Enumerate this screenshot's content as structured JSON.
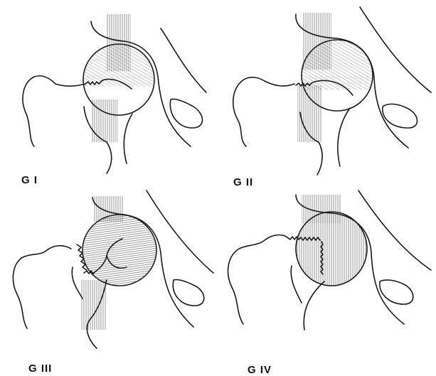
{
  "figure": {
    "panels": [
      {
        "id": "g1",
        "label": "G I"
      },
      {
        "id": "g2",
        "label": "G II"
      },
      {
        "id": "g3",
        "label": "G III"
      },
      {
        "id": "g4",
        "label": "G IV"
      }
    ]
  }
}
